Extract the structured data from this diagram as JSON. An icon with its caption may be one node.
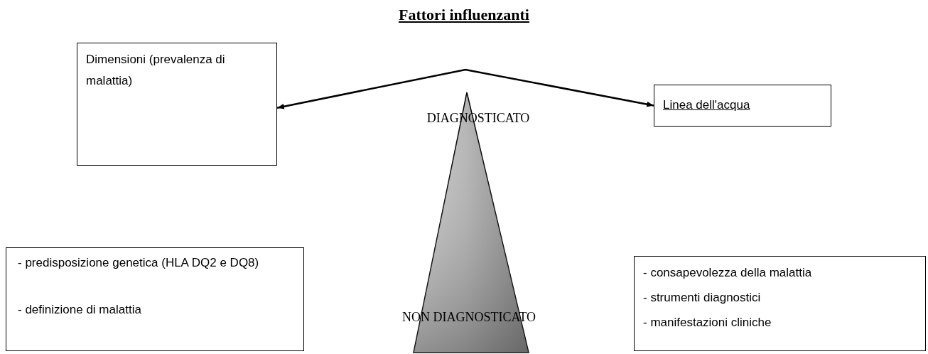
{
  "diagram": {
    "title": "Fattori influenzanti",
    "nodes": [
      {
        "text": [
          "Dimensioni (prevalenza di malattia)"
        ]
      },
      {
        "text": [
          "Linea dell'acqua"
        ]
      },
      {
        "text": [
          "DIAGNOSTICATO",
          "NON DIAGNOSTICATO"
        ]
      },
      {
        "text": [
          "- predisposizione genetica (HLA DQ2 e DQ8)",
          "- definizione di malattia"
        ]
      },
      {
        "text": [
          "- consapevolezza della malattia",
          "- strumenti diagnostici",
          "- manifestazioni cliniche"
        ]
      }
    ],
    "edges": [
      {
        "from": 0,
        "to": 1,
        "arrow": "both"
      }
    ]
  }
}
